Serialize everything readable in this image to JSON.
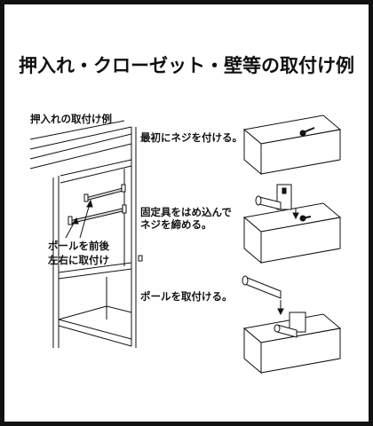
{
  "title": "押入れ・クローゼット・壁等の取付け例",
  "closet": {
    "caption": "押入れの取付け例",
    "note_line1": "ポールを前後",
    "note_line2": "左右に取付け"
  },
  "steps": [
    {
      "line1": "最初にネジを付ける。"
    },
    {
      "line1": "固定具をはめ込んで",
      "line2": "ネジを締める。"
    },
    {
      "line1": "ポールを取付ける。"
    }
  ],
  "colors": {
    "frame": "#111111",
    "paper": "#ffffff",
    "ink": "#111111",
    "pole": "#d8d8d8"
  }
}
